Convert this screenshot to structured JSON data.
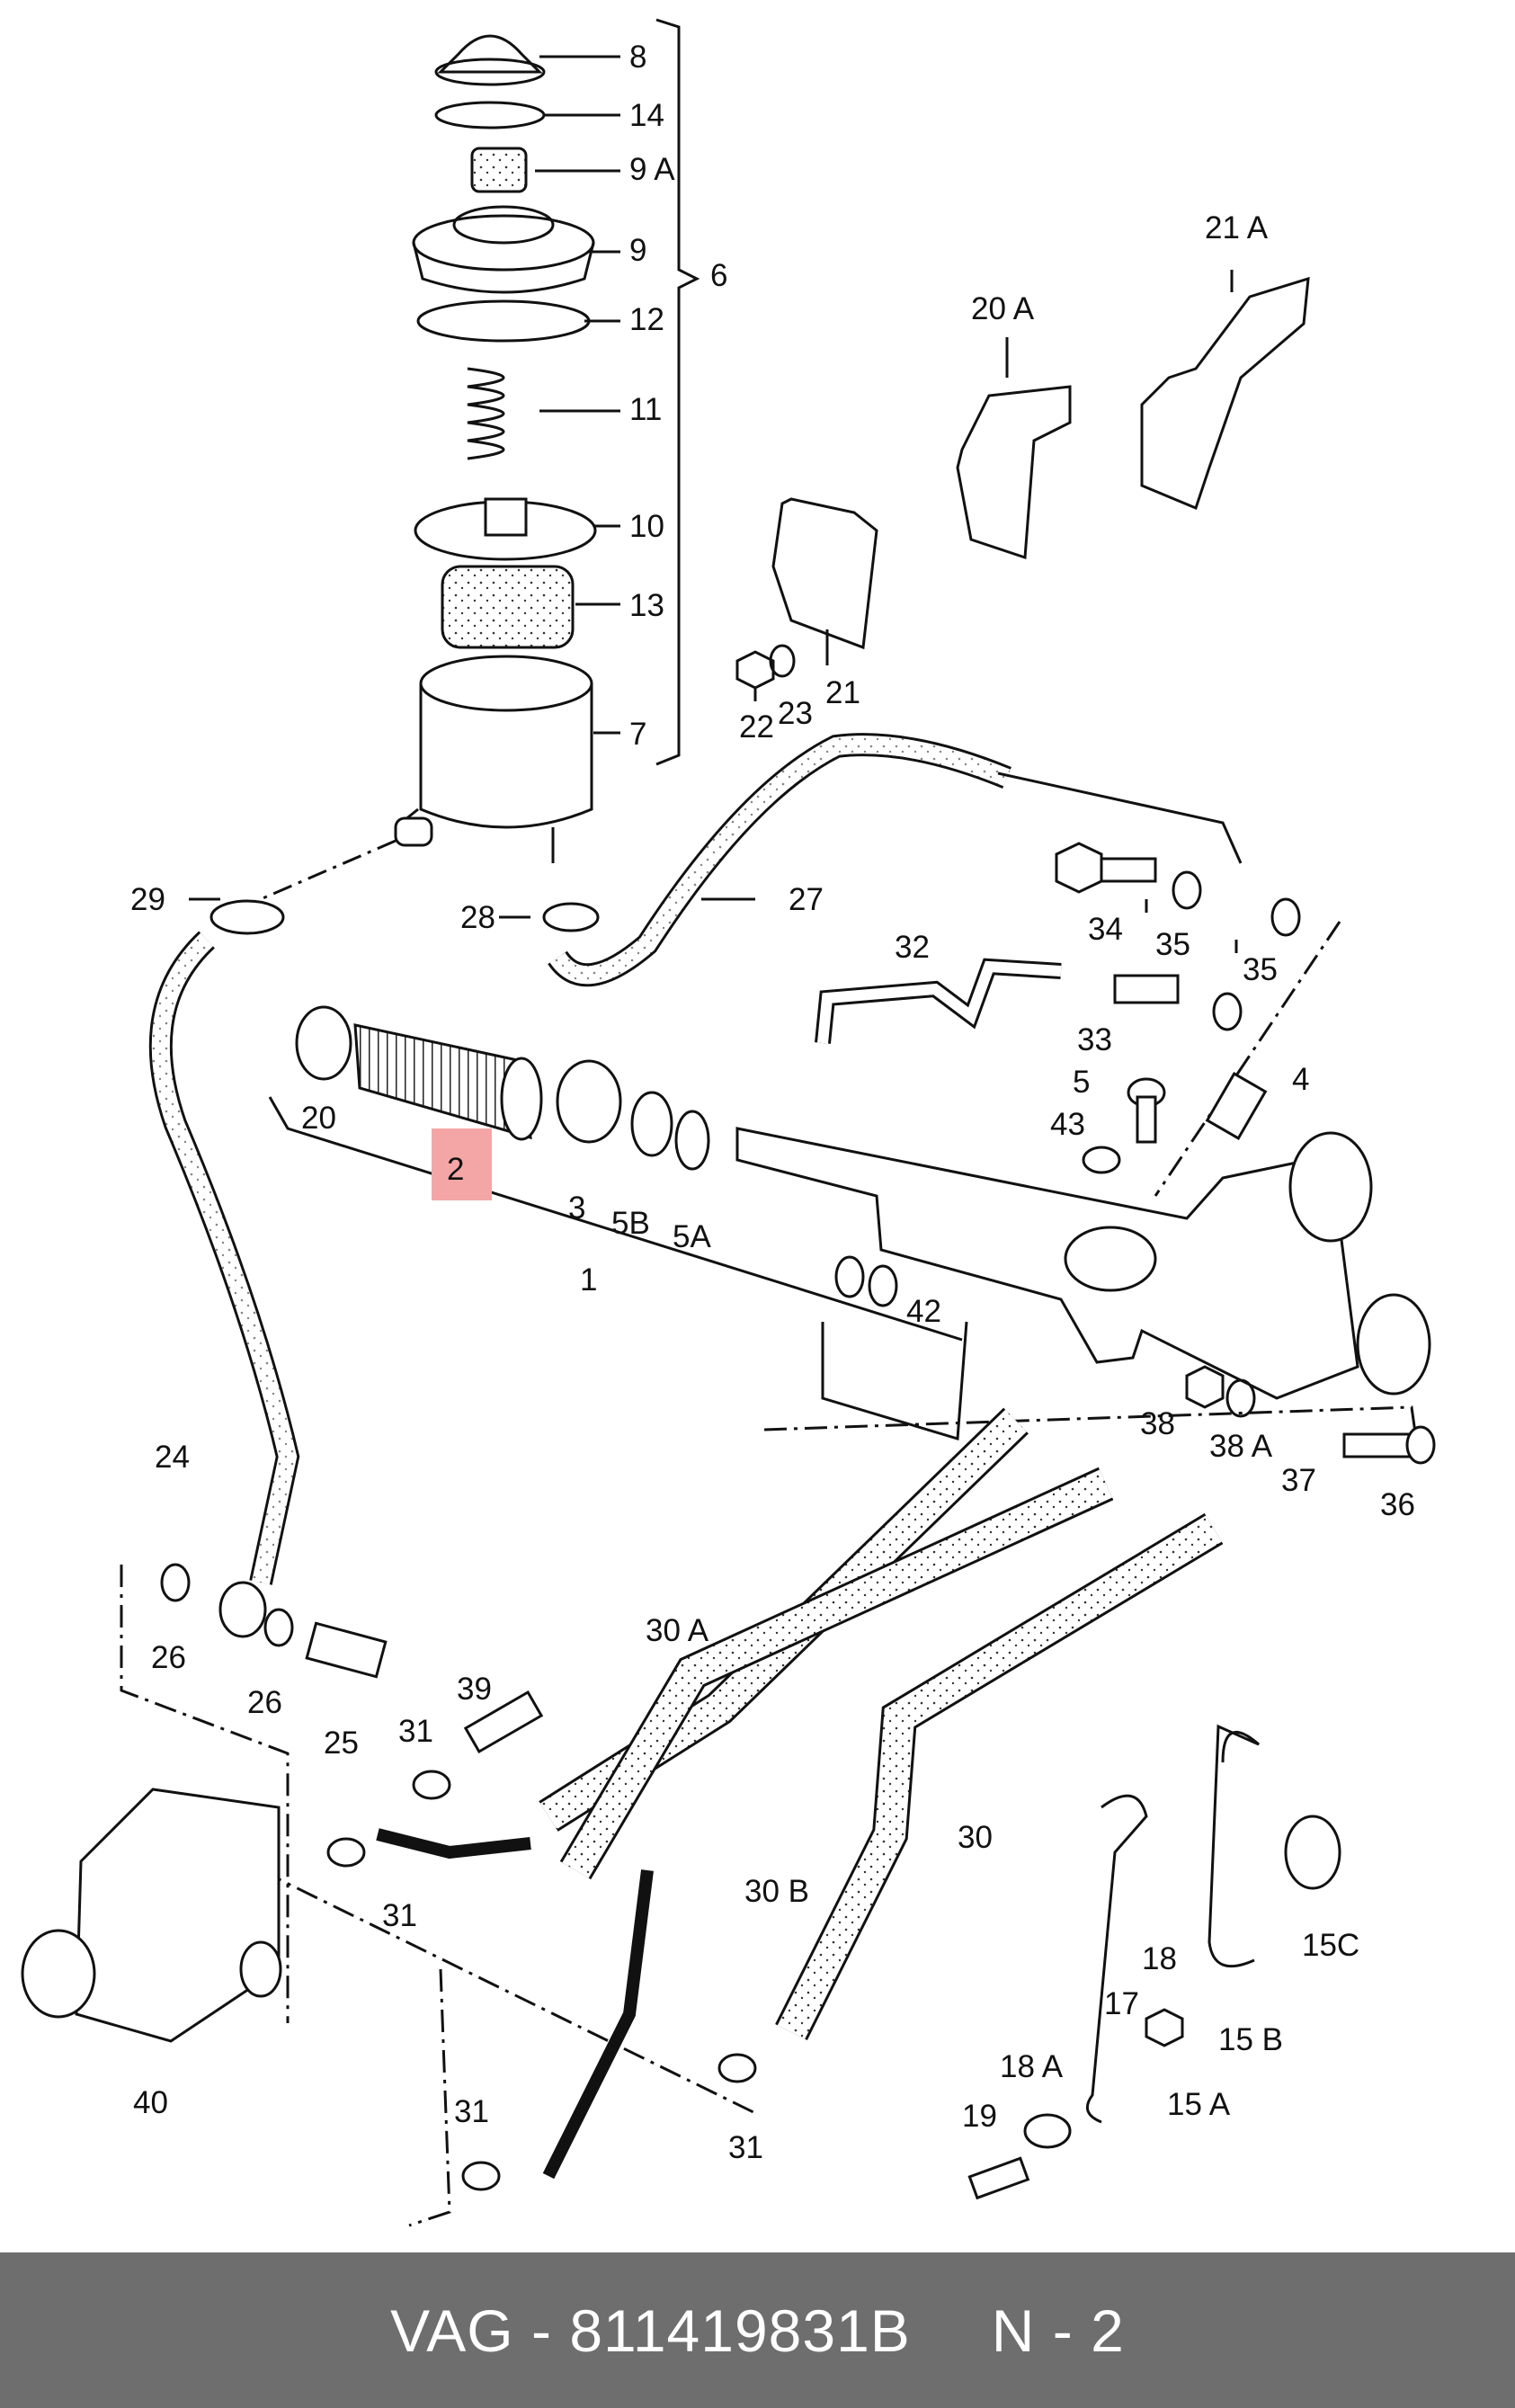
{
  "diagram": {
    "labels": {
      "l8": "8",
      "l14": "14",
      "l9a": "9 A",
      "l9": "9",
      "l12": "12",
      "l11": "11",
      "l10": "10",
      "l13": "13",
      "l7": "7",
      "l6": "6",
      "l21a": "21 A",
      "l20a": "20 A",
      "l21": "21",
      "l22": "22",
      "l23": "23",
      "l29": "29",
      "l28": "28",
      "l27": "27",
      "l34": "34",
      "l35a": "35",
      "l35b": "35",
      "l32": "32",
      "l33": "33",
      "l5": "5",
      "l4": "4",
      "l43": "43",
      "l20": "20",
      "l2": "2",
      "l3": "3",
      "l5b": "5B",
      "l5a": "5A",
      "l1": "1",
      "l42": "42",
      "l38": "38",
      "l38a": "38 A",
      "l37": "37",
      "l36": "36",
      "l24": "24",
      "l26a": "26",
      "l26b": "26",
      "l25": "25",
      "l39": "39",
      "l31a": "31",
      "l31b": "31",
      "l31c": "31",
      "l31d": "31",
      "l30a": "30 A",
      "l30b": "30 B",
      "l30": "30",
      "l40": "40",
      "l15c": "15C",
      "l15b": "15 B",
      "l18": "18",
      "l17": "17",
      "l18a": "18 A",
      "l15a": "15 A",
      "l19": "19"
    },
    "highlight_color": "#f4a6a6"
  },
  "footer": {
    "brand": "VAG",
    "dash": "-",
    "part_number": "811419831B",
    "position": "N - 2"
  }
}
